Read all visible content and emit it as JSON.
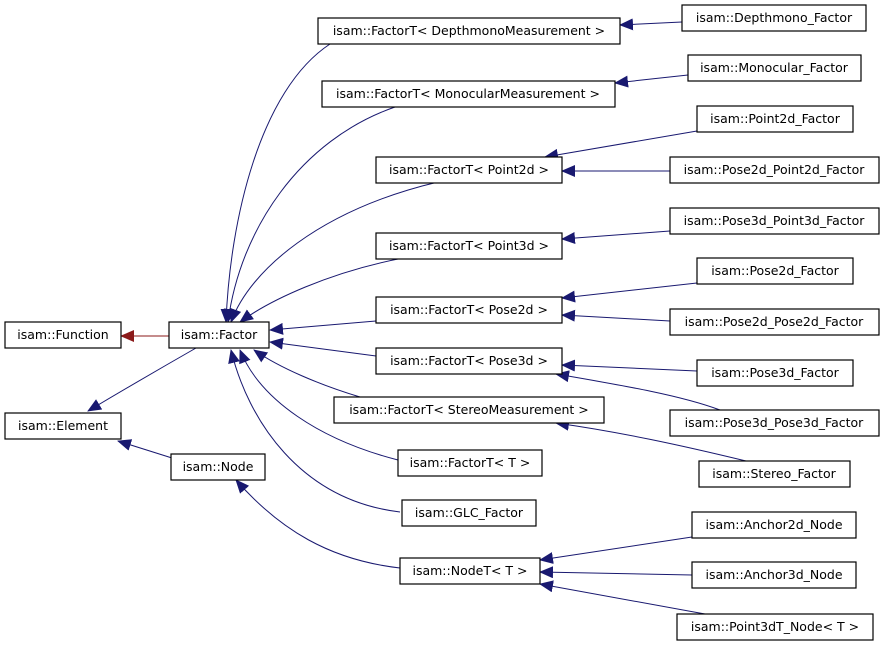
{
  "nodes": {
    "function": "isam::Function",
    "element": "isam::Element",
    "factor": "isam::Factor",
    "node": "isam::Node",
    "factor_depthmono": "isam::FactorT< DepthmonoMeasurement >",
    "factor_monocular": "isam::FactorT< MonocularMeasurement >",
    "factor_point2d": "isam::FactorT< Point2d >",
    "factor_point3d": "isam::FactorT< Point3d >",
    "factor_pose2d": "isam::FactorT< Pose2d >",
    "factor_pose3d": "isam::FactorT< Pose3d >",
    "factor_stereo": "isam::FactorT< StereoMeasurement >",
    "factor_t": "isam::FactorT< T >",
    "glc_factor": "isam::GLC_Factor",
    "node_t": "isam::NodeT< T >",
    "depthmono_factor": "isam::Depthmono_Factor",
    "monocular_factor": "isam::Monocular_Factor",
    "point2d_factor": "isam::Point2d_Factor",
    "pose2d_point2d_factor": "isam::Pose2d_Point2d_Factor",
    "pose3d_point3d_factor": "isam::Pose3d_Point3d_Factor",
    "pose2d_factor": "isam::Pose2d_Factor",
    "pose2d_pose2d_factor": "isam::Pose2d_Pose2d_Factor",
    "pose3d_factor": "isam::Pose3d_Factor",
    "pose3d_pose3d_factor": "isam::Pose3d_Pose3d_Factor",
    "stereo_factor": "isam::Stereo_Factor",
    "anchor2d_node": "isam::Anchor2d_Node",
    "anchor3d_node": "isam::Anchor3d_Node",
    "point3dt_node": "isam::Point3dT_Node< T >"
  },
  "colors": {
    "edge": "#191970",
    "highlight_edge": "#8b1a1a",
    "node_border": "#000000",
    "background": "#ffffff"
  }
}
